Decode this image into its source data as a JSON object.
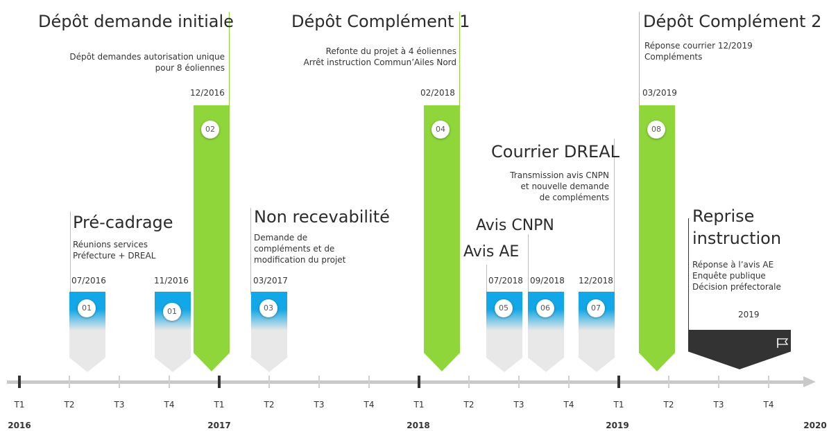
{
  "events": {
    "precadrage": {
      "title": "Pré-cadrage",
      "lines": [
        "Réunions services",
        "Préfecture + DREAL"
      ],
      "date": "07/2016",
      "badge": "01"
    },
    "event_1116": {
      "date": "11/2016",
      "badge": "01"
    },
    "depot_initial": {
      "title": "Dépôt demande initiale",
      "lines": [
        "Dépôt demandes autorisation unique",
        "pour 8 éoliennes"
      ],
      "date": "12/2016",
      "badge": "02"
    },
    "non_recevabilite": {
      "title": "Non recevabilité",
      "lines": [
        "Demande de",
        "compléments et de",
        "modification du projet"
      ],
      "date": "03/2017",
      "badge": "03"
    },
    "complement1": {
      "title": "Dépôt Complément 1",
      "lines": [
        "Refonte du projet à 4 éoliennes",
        "Arrêt instruction Commun’Ailes Nord"
      ],
      "date": "02/2018",
      "badge": "04"
    },
    "avis_ae": {
      "title": "Avis AE",
      "date": "07/2018",
      "badge": "05"
    },
    "avis_cnpn": {
      "title": "Avis CNPN",
      "date": "09/2018",
      "badge": "06"
    },
    "courrier_dreal": {
      "title": "Courrier DREAL",
      "lines": [
        "Transmission avis CNPN",
        "et nouvelle demande",
        "de compléments"
      ],
      "date": "12/2018",
      "badge": "07"
    },
    "complement2": {
      "title": "Dépôt Complément 2",
      "lines": [
        "Réponse courrier 12/2019",
        "Compléments"
      ],
      "date": "03/2019",
      "badge": "08"
    },
    "reprise": {
      "title_line1": "Reprise",
      "title_line2": "instruction",
      "lines": [
        "Réponse à l’avis AE",
        "Enquête publique",
        "Décision préfectorale"
      ],
      "date": "2019"
    }
  },
  "axis": {
    "quarters": [
      "T1",
      "T2",
      "T3",
      "T4",
      "T1",
      "T2",
      "T3",
      "T4",
      "T1",
      "T2",
      "T3",
      "T4",
      "T1",
      "T2",
      "T3",
      "T4"
    ],
    "years": [
      "2016",
      "2017",
      "2018",
      "2019",
      "2020"
    ]
  },
  "colors": {
    "green": "#8fd63a",
    "blue": "#12a7e6",
    "grey": "#e8e8e8",
    "dark": "#333333"
  }
}
